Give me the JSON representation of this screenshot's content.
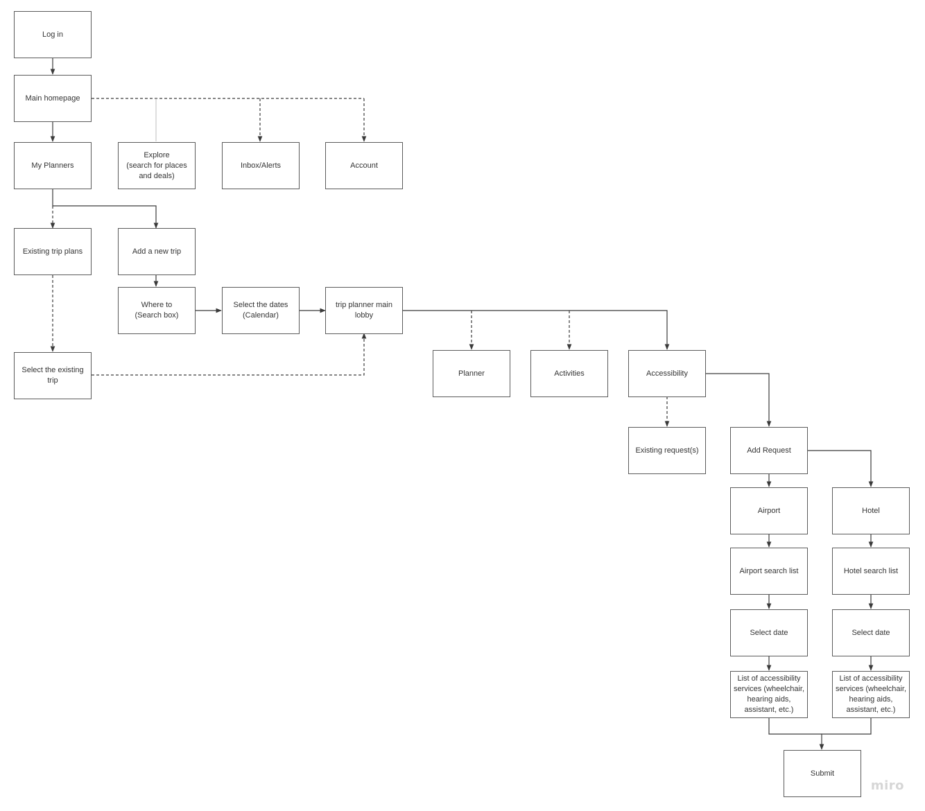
{
  "nodes": {
    "login": "Log in",
    "home": "Main homepage",
    "planners": "My Planners",
    "explore": "Explore\n(search for places and deals)",
    "inbox": "Inbox/Alerts",
    "account": "Account",
    "existing_plans": "Existing trip plans",
    "add_trip": "Add a new trip",
    "where_to": "Where to\n(Search box)",
    "select_dates": "Select the dates\n(Calendar)",
    "lobby": "trip planner main lobby",
    "select_existing": "Select the existing trip",
    "planner": "Planner",
    "activities": "Activities",
    "accessibility": "Accessibility",
    "existing_requests": "Existing request(s)",
    "add_request": "Add Request",
    "airport": "Airport",
    "hotel": "Hotel",
    "airport_search": "Airport search list",
    "hotel_search": "Hotel search list",
    "airport_date": "Select date",
    "hotel_date": "Select date",
    "airport_services": "List of accessibility services (wheelchair, hearing aids, assistant, etc.)",
    "hotel_services": "List of accessibility services (wheelchair, hearing aids, assistant, etc.)",
    "submit": "Submit"
  },
  "brand": "miro"
}
